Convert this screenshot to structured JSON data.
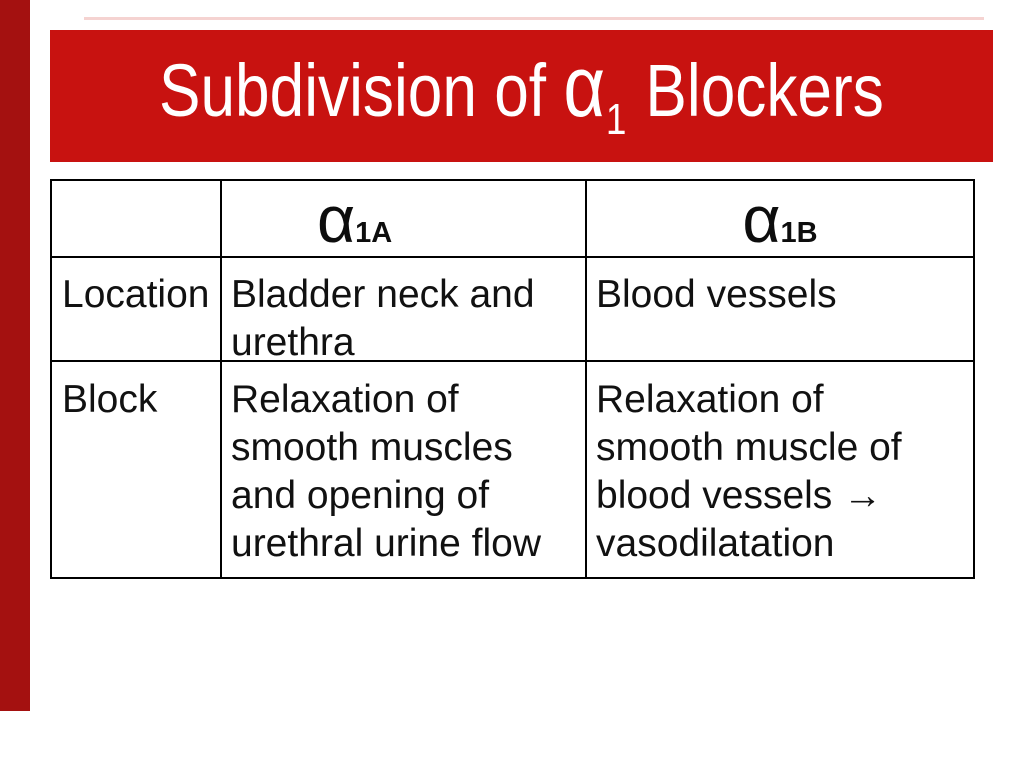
{
  "title": {
    "prefix": "Subdivision of ",
    "alpha": "α",
    "subscript": "1",
    "suffix": " Blockers"
  },
  "colors": {
    "banner_red": "#c81210",
    "left_bar_red": "#a41110",
    "text_black": "#111111",
    "title_white": "#ffffff"
  },
  "table": {
    "headers": [
      {
        "alpha": "α",
        "subscript": "1A"
      },
      {
        "alpha": "α",
        "subscript": "1B"
      }
    ],
    "rows": [
      {
        "label": "Location",
        "alpha_1a": [
          "Bladder neck and",
          "urethra"
        ],
        "alpha_1b": [
          "Blood vessels"
        ]
      },
      {
        "label": "Block",
        "alpha_1a": [
          "Relaxation of",
          "smooth muscles",
          "and opening of",
          "urethral urine flow"
        ],
        "alpha_1b": [
          "Relaxation of",
          "smooth muscle of",
          "blood vessels →",
          "vasodilatation"
        ]
      }
    ]
  }
}
